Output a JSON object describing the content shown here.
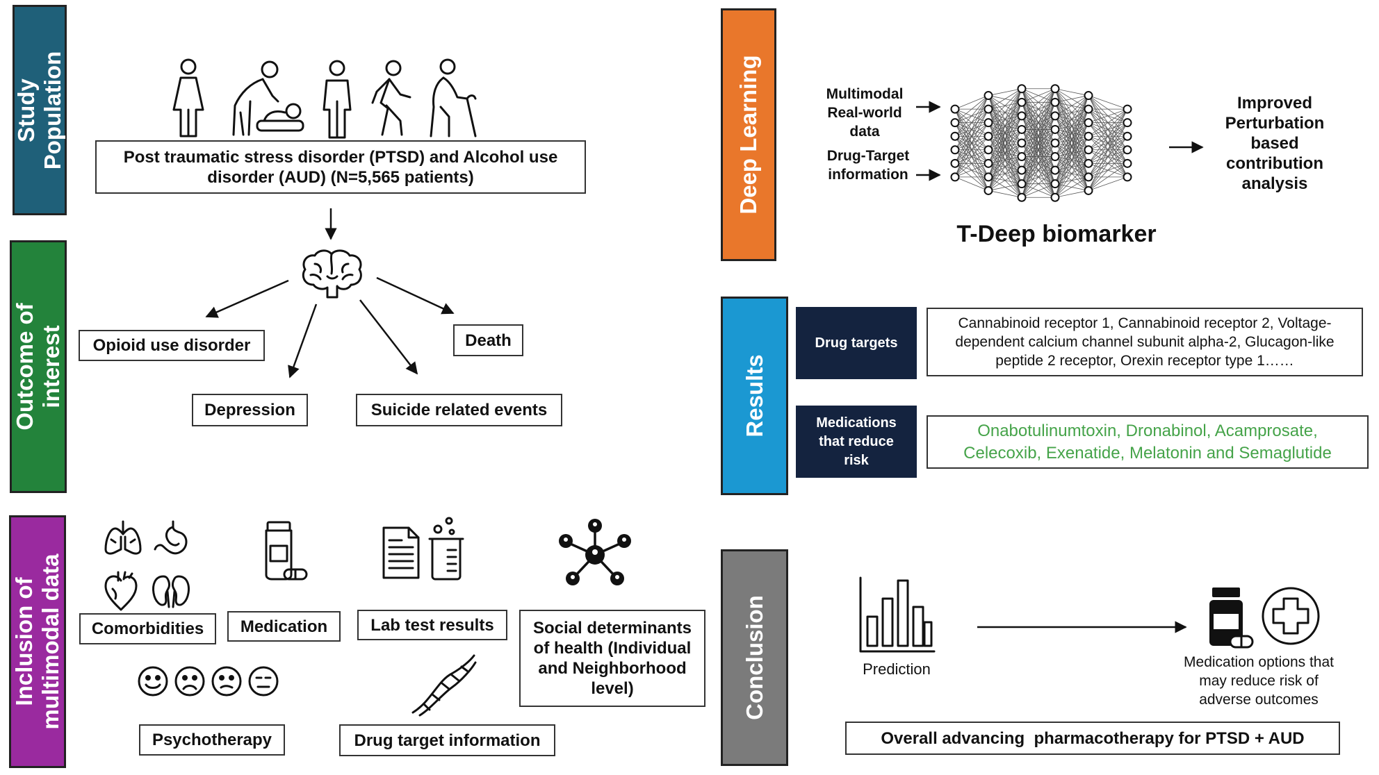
{
  "sections": {
    "study_population": "Study Population",
    "outcome_of_interest": "Outcome of interest",
    "inclusion": "Inclusion of multimodal data",
    "deep_learning": "Deep Learning",
    "results": "Results",
    "conclusion": "Conclusion"
  },
  "colors": {
    "study_population": "#1f6079",
    "outcome_of_interest": "#23833b",
    "inclusion": "#9a2a9f",
    "deep_learning": "#e9772b",
    "results": "#1b98d2",
    "conclusion": "#7b7b7b",
    "dark_box": "#14233f",
    "medication_text": "#45a349"
  },
  "population": {
    "text": "Post traumatic stress disorder (PTSD) and Alcohol use disorder (AUD) (N=5,565 patients)"
  },
  "outcomes": {
    "opioid": "Opioid use disorder",
    "death": "Death",
    "depression": "Depression",
    "suicide": "Suicide related events"
  },
  "inclusion_items": {
    "comorbidities": "Comorbidities",
    "medication": "Medication",
    "lab": "Lab test results",
    "social": "Social determinants of health (Individual and Neighborhood level)",
    "psychotherapy": "Psychotherapy",
    "drug_target": "Drug target information"
  },
  "deep_learning": {
    "input1": "Multimodal Real-world data",
    "input2": "Drug-Target information",
    "output": "Improved Perturbation based contribution analysis",
    "model": "T-Deep biomarker"
  },
  "results": {
    "drug_targets_label": "Drug targets",
    "drug_targets_text": "Cannabinoid receptor 1, Cannabinoid receptor 2, Voltage-dependent calcium channel subunit alpha-2, Glucagon-like peptide 2 receptor, Orexin receptor type 1……",
    "medications_label": "Medications that reduce risk",
    "medications_text": "Onabotulinumtoxin, Dronabinol, Acamprosate, Celecoxib, Exenatide, Melatonin and Semaglutide"
  },
  "conclusion": {
    "prediction": "Prediction",
    "medication_options": "Medication options that may reduce risk of adverse outcomes",
    "overall": "Overall advancing  pharmacotherapy for PTSD + AUD"
  },
  "icons": [
    "woman-icon",
    "baby-care-icon",
    "man-icon",
    "walking-icon",
    "elderly-icon",
    "brain-icon",
    "lungs-icon",
    "stomach-icon",
    "heart-icon",
    "kidneys-icon",
    "pill-bottle-icon",
    "document-icon",
    "beaker-icon",
    "network-icon",
    "emoji-icons",
    "dna-icon",
    "neural-network-icon",
    "bar-chart-icon",
    "medicine-bottle-icon",
    "medical-cross-icon"
  ]
}
